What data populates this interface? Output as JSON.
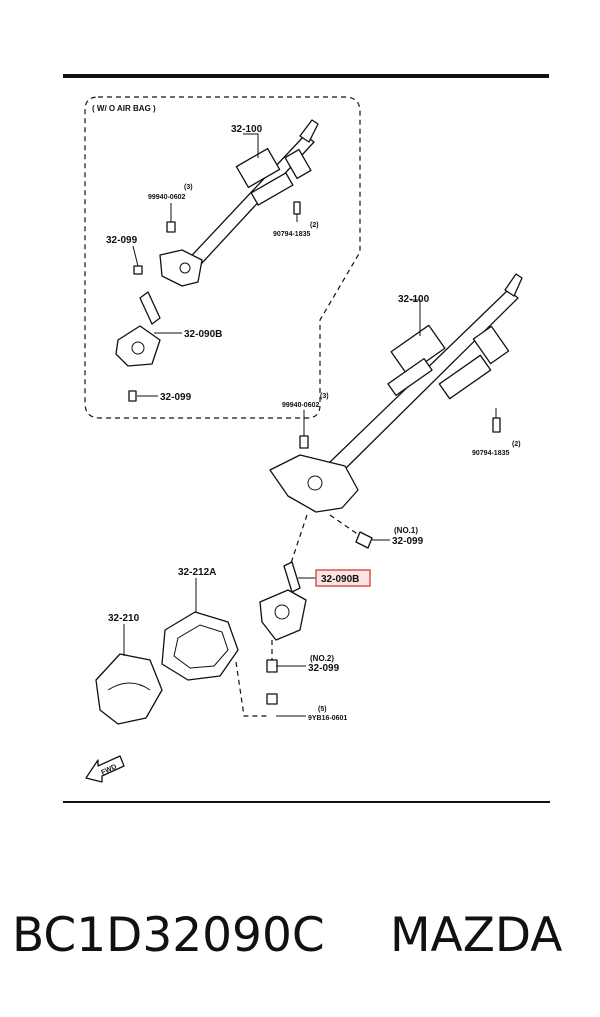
{
  "colors": {
    "ink": "#111111",
    "highlight": "#d9534f",
    "highlight_fill": "#fde3e3"
  },
  "inset": {
    "title": "( W/ O  AIR  BAG )",
    "labels": {
      "column": "32-100",
      "bolt_qty": "(3)",
      "bolt": "99940-0602",
      "nut_qty": "(2)",
      "nut": "90794-1835",
      "bolt_upper": "32-099",
      "joint": "32-090B",
      "bolt_lower": "32-099"
    }
  },
  "main": {
    "labels": {
      "column": "32-100",
      "bolt_qty": "(3)",
      "bolt": "99940-0602",
      "nut_qty": "(2)",
      "nut": "90794-1835",
      "bolt1_tag": "(NO.1)",
      "bolt1": "32-099",
      "joint": "32-090B",
      "bolt2_tag": "(NO.2)",
      "bolt2": "32-099",
      "plate": "32-212A",
      "boot": "32-210",
      "screw_qty": "(5)",
      "screw": "9YB16-0601",
      "fwd": "FWD"
    }
  },
  "caption": {
    "part_number": "BC1D32090C",
    "brand": "MAZDA"
  }
}
